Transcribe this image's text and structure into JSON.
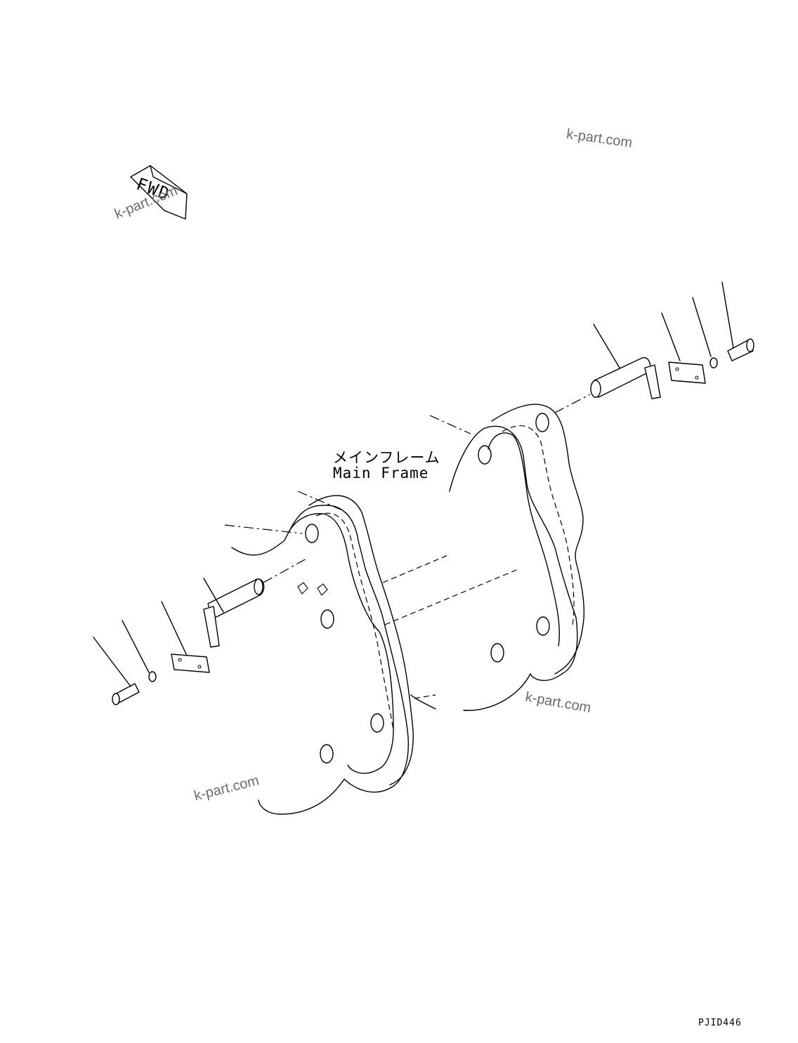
{
  "labels": {
    "main_frame_jp": "メインフレーム",
    "main_frame_en": "Main Frame",
    "fwd": "FWD",
    "drawing_code": "PJID446"
  },
  "watermarks": [
    "k-part.com",
    "k-part.com",
    "k-part.com",
    "k-part.com"
  ],
  "colors": {
    "line": "#000000",
    "watermark": "#6b6b6b",
    "background": "#ffffff"
  }
}
